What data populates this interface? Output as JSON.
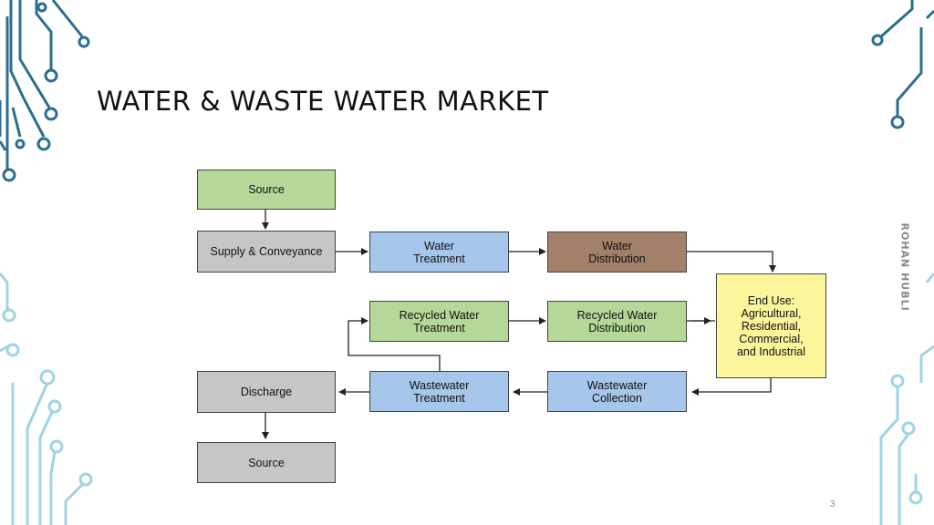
{
  "slide": {
    "title": "WATER & WASTE WATER MARKET",
    "author": "ROHAN HUBLI",
    "page_number": "3"
  },
  "diagram": {
    "nodes": {
      "source_top": "Source",
      "supply": "Supply & Conveyance",
      "water_treatment": "Water\nTreatment",
      "water_distribution": "Water\nDistribution",
      "end_use": "End Use:\nAgricultural,\nResidential,\nCommercial,\nand Industrial",
      "recycled_treatment": "Recycled Water\nTreatment",
      "recycled_distribution": "Recycled Water\nDistribution",
      "discharge": "Discharge",
      "wastewater_treatment": "Wastewater\nTreatment",
      "wastewater_collection": "Wastewater\nCollection",
      "source_bottom": "Source"
    },
    "colors": {
      "green": "#b5d898",
      "gray": "#c6c6c6",
      "blue": "#a7c6ec",
      "brown": "#a2806a",
      "yellow": "#fbf59c",
      "decor_dark": "#2c6e8e",
      "decor_light": "#9fd4e4"
    }
  }
}
